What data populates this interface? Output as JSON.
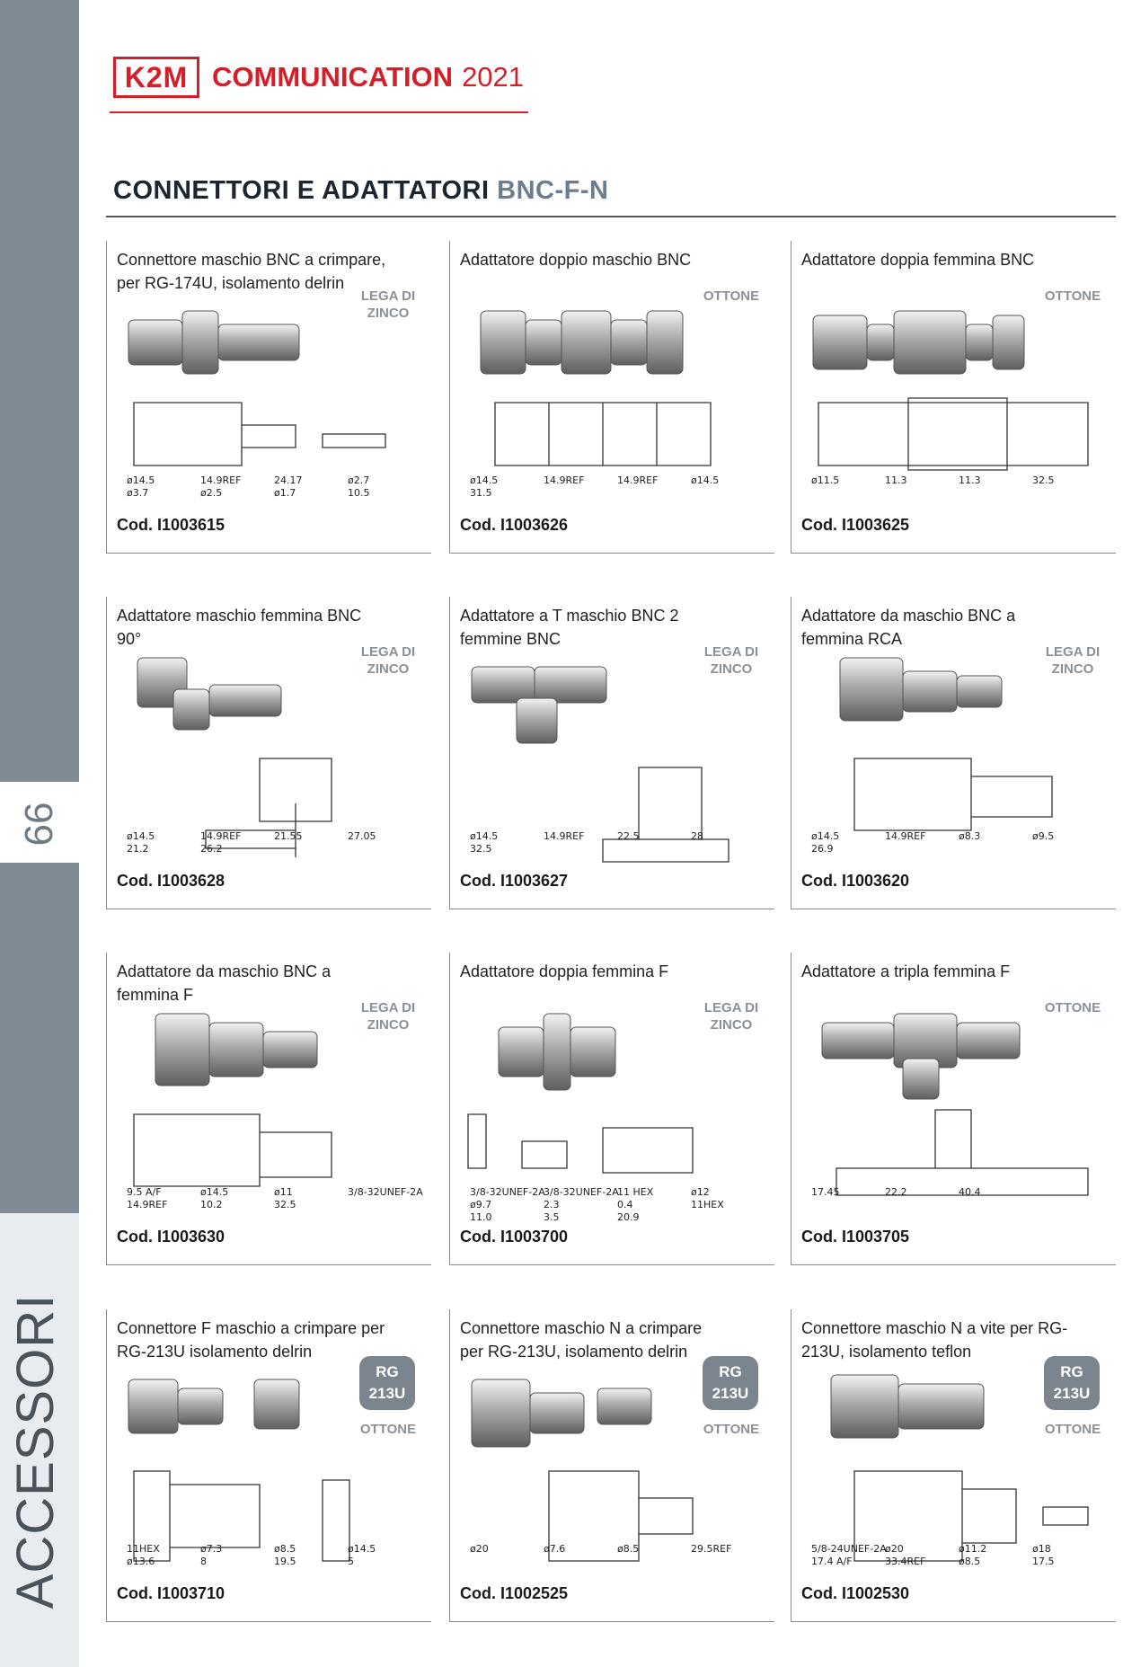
{
  "sidebar": {
    "page_number": "66",
    "section": "ACCESSORI"
  },
  "header": {
    "logo": "K2M",
    "brand": "COMMUNICATION",
    "year": "2021"
  },
  "title": {
    "main": "CONNETTORI E ADATTATORI ",
    "accent": "BNC-F-N"
  },
  "colors": {
    "brand_red": "#d21f2a",
    "sidebar_gray": "#7f8b94",
    "accent_blue_gray": "#6c7d8e"
  },
  "products": [
    {
      "title": "Connettore maschio BNC a crimpare, per RG-174U, isolamento delrin",
      "material": "LEGA DI ZINCO",
      "code": "Cod. I1003615",
      "dims": [
        "ø14.5",
        "14.9REF",
        "24.17",
        "ø2.7",
        "ø3.7",
        "ø2.5",
        "ø1.7",
        "10.5"
      ]
    },
    {
      "title": "Adattatore doppio maschio BNC",
      "material": "OTTONE",
      "code": "Cod. I1003626",
      "dims": [
        "ø14.5",
        "14.9REF",
        "14.9REF",
        "ø14.5",
        "31.5"
      ]
    },
    {
      "title": "Adattatore doppia femmina BNC",
      "material": "OTTONE",
      "code": "Cod. I1003625",
      "dims": [
        "ø11.5",
        "11.3",
        "11.3",
        "32.5"
      ]
    },
    {
      "title": "Adattatore maschio femmina BNC 90°",
      "material": "LEGA DI ZINCO",
      "code": "Cod. I1003628",
      "dims": [
        "ø14.5",
        "14.9REF",
        "21.55",
        "27.05",
        "21.2",
        "26.2"
      ]
    },
    {
      "title": "Adattatore a T maschio BNC 2 femmine BNC",
      "material": "LEGA DI ZINCO",
      "code": "Cod. I1003627",
      "dims": [
        "ø14.5",
        "14.9REF",
        "22.5",
        "28",
        "32.5"
      ]
    },
    {
      "title": "Adattatore da maschio BNC a femmina RCA",
      "material": "LEGA DI ZINCO",
      "code": "Cod. I1003620",
      "dims": [
        "ø14.5",
        "14.9REF",
        "ø8.3",
        "ø9.5",
        "26.9"
      ]
    },
    {
      "title": "Adattatore da maschio BNC a femmina F",
      "material": "LEGA DI ZINCO",
      "code": "Cod. I1003630",
      "dims": [
        "9.5 A/F",
        "ø14.5",
        "ø11",
        "3/8-32UNEF-2A",
        "14.9REF",
        "10.2",
        "32.5"
      ]
    },
    {
      "title": "Adattatore doppia femmina F",
      "material": "LEGA DI ZINCO",
      "code": "Cod. I1003700",
      "dims": [
        "3/8-32UNEF-2A",
        "3/8-32UNEF-2A",
        "11 HEX",
        "ø12",
        "ø9.7",
        "2.3",
        "0.4",
        "11HEX",
        "11.0",
        "3.5",
        "20.9"
      ]
    },
    {
      "title": "Adattatore a tripla femmina F",
      "material": "OTTONE",
      "code": "Cod. I1003705",
      "dims": [
        "17.45",
        "22.2",
        "40.4"
      ]
    },
    {
      "title": "Connettore F maschio a crimpare per RG-213U isolamento delrin",
      "badge": "RG 213U",
      "material": "OTTONE",
      "code": "Cod. I1003710",
      "dims": [
        "11HEX",
        "ø7.3",
        "ø8.5",
        "ø14.5",
        "ø13.6",
        "8",
        "19.5",
        "5"
      ]
    },
    {
      "title": "Connettore maschio N a crimpare per RG-213U, isolamento delrin",
      "badge": "RG 213U",
      "material": "OTTONE",
      "code": "Cod. I1002525",
      "dims": [
        "ø20",
        "ø7.6",
        "ø8.5",
        "29.5REF"
      ]
    },
    {
      "title": "Connettore maschio N a vite per RG-213U, isolamento teflon",
      "badge": "RG 213U",
      "material": "OTTONE",
      "code": "Cod. I1002530",
      "dims": [
        "5/8-24UNEF-2A",
        "ø20",
        "ø11.2",
        "ø18",
        "17.4 A/F",
        "33.4REF",
        "ø8.5",
        "17.5"
      ]
    }
  ]
}
